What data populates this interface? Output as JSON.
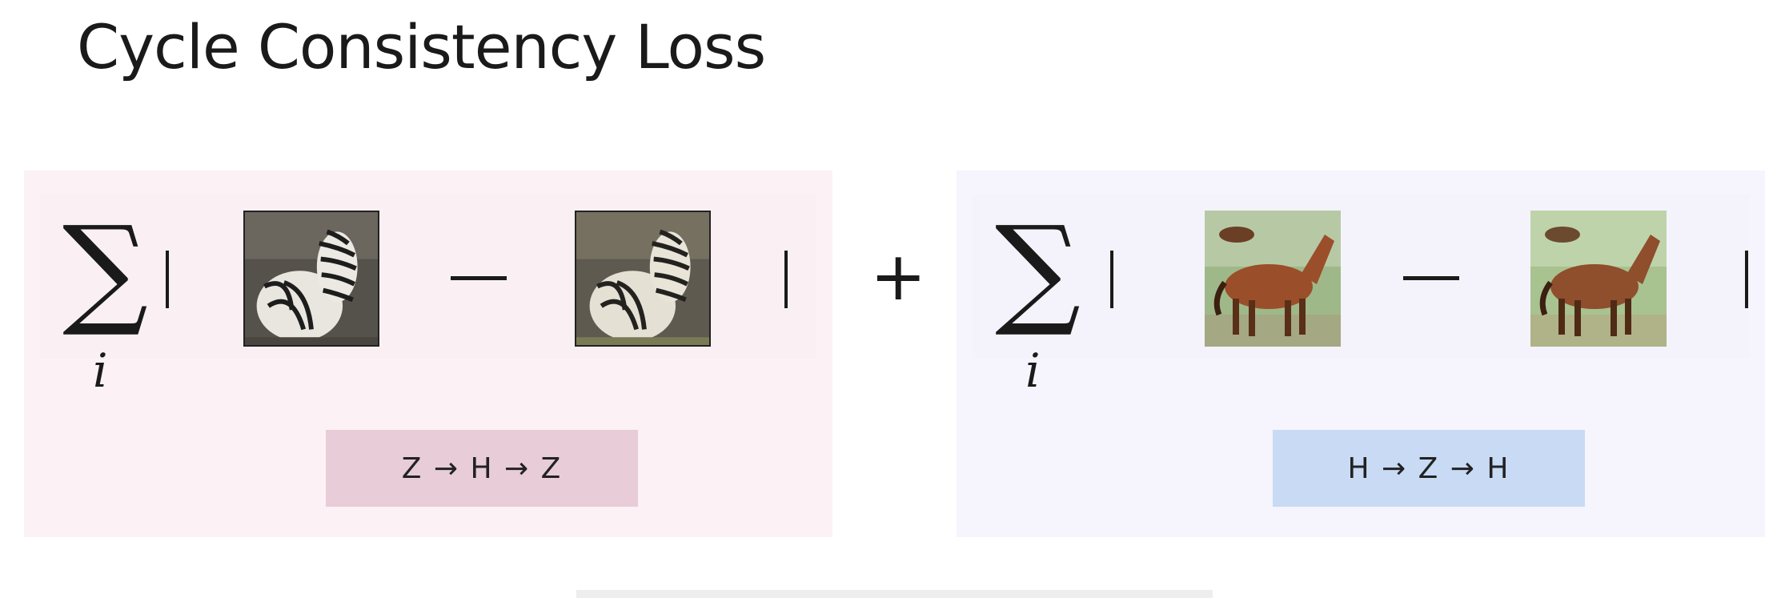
{
  "title": "Cycle Consistency Loss",
  "left_panel": {
    "sum_symbol": "∑",
    "sum_index": "i",
    "path_label": "Z → H → Z",
    "label_color": "#e8ccd8",
    "panel_color": "#fcf1f5",
    "image_a": "zebra-original-photo",
    "image_b": "zebra-reconstructed-photo"
  },
  "operator": "+",
  "right_panel": {
    "sum_symbol": "∑",
    "sum_index": "i",
    "path_label": "H → Z → H",
    "label_color": "#c8daf4",
    "panel_color": "#f6f5fd",
    "image_a": "horse-original-photo",
    "image_b": "horse-reconstructed-photo"
  }
}
